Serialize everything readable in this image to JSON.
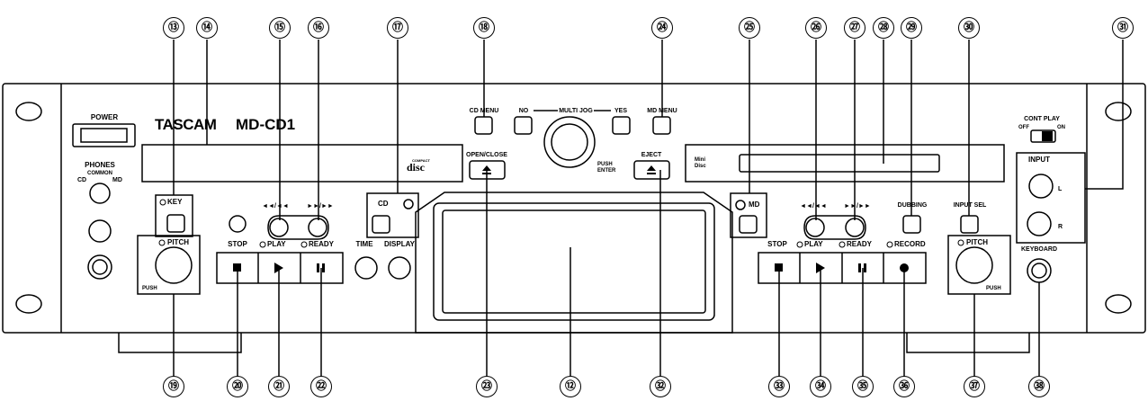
{
  "brand": {
    "logo": "TASCAM",
    "model": "MD-CD1"
  },
  "labels": {
    "power": "POWER",
    "phones": "PHONES",
    "common": "COMMON",
    "cd": "CD",
    "md": "MD",
    "key": "KEY",
    "pitch_left": "PITCH",
    "push_left": "PUSH",
    "stop_cd": "STOP",
    "play_cd": "PLAY",
    "ready_cd": "READY",
    "rew_cd": "◄◄/◄◄",
    "ff_cd": "►►/►►",
    "cd_select": "CD",
    "time": "TIME",
    "display": "DISPLAY",
    "cd_menu": "CD MENU",
    "no": "NO",
    "multi_jog": "MULTI JOG",
    "yes": "YES",
    "md_menu": "MD MENU",
    "open_close": "OPEN/CLOSE",
    "push_enter_1": "PUSH",
    "push_enter_2": "ENTER",
    "eject": "EJECT",
    "compact": "COMPACT",
    "disc": "disc",
    "md_select": "MD",
    "rew_md": "◄◄/◄◄",
    "ff_md": "►►/►►",
    "dubbing": "DUBBING",
    "input_sel": "INPUT SEL",
    "stop_md": "STOP",
    "play_md": "PLAY",
    "ready_md": "READY",
    "record": "RECORD",
    "pitch_right": "PITCH",
    "push_right": "PUSH",
    "cont_play": "CONT PLAY",
    "off": "OFF",
    "on": "ON",
    "input": "INPUT",
    "l": "L",
    "r": "R",
    "keyboard": "KEYBOARD",
    "md_logo_1": "Mini",
    "md_logo_2": "Disc"
  },
  "callouts": {
    "c13": "⑬",
    "c14": "⑭",
    "c15": "⑮",
    "c16": "⑯",
    "c17": "⑰",
    "c18": "⑱",
    "c24": "㉔",
    "c25": "㉕",
    "c26": "㉖",
    "c27": "㉗",
    "c28": "㉘",
    "c29": "㉙",
    "c30": "㉚",
    "c31": "㉛",
    "c19": "⑲",
    "c20": "⑳",
    "c21": "㉑",
    "c22": "㉒",
    "c23": "㉓",
    "c12": "⑫",
    "c32": "㉜",
    "c33": "㉝",
    "c34": "㉞",
    "c35": "㉟",
    "c36": "㊱",
    "c37": "㊲",
    "c38": "㊳"
  }
}
